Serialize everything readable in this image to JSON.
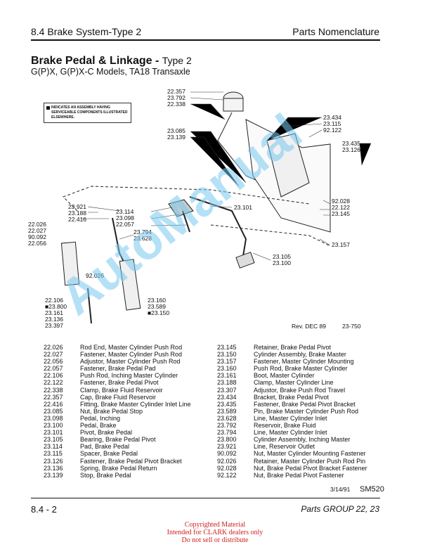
{
  "header": {
    "section": "8.4 Brake System-Type 2",
    "right": "Parts Nomenclature"
  },
  "title": {
    "main": "Brake Pedal & Linkage - ",
    "type": "Type 2",
    "subtitle": "G(P)X, G(P)X-C Models, TA18 Transaxle"
  },
  "legend_note": "INDICATES AN ASSEMBLY HAVING SERVICEABLE COMPONENTS ILLUSTRATED ELSEWHERE.",
  "diagram": {
    "labels_a": [
      "22.357",
      "23.792",
      "22.338"
    ],
    "labels_b": [
      "23.085",
      "23.139"
    ],
    "labels_c": [
      "23.921",
      "23.188",
      "22.416"
    ],
    "labels_d": [
      "22.026",
      "22.027",
      "90.092",
      "22.056"
    ],
    "labels_e": [
      "23.114",
      "23.098",
      "22.057"
    ],
    "labels_f": [
      "23.794",
      "23.628"
    ],
    "label_g": "23.101",
    "label_h": "92.026",
    "labels_i": [
      "22.106",
      "■23.800",
      "23.161",
      "23.136",
      "23.397"
    ],
    "labels_j": [
      "23.160",
      "23.589",
      "■23.150"
    ],
    "labels_k": [
      "23.105",
      "23.100"
    ],
    "labels_l": [
      "23.434",
      "23.115",
      "92.122"
    ],
    "labels_m": [
      "23.435",
      "23.126"
    ],
    "labels_n": [
      "92.028",
      "22.122",
      "23.145"
    ],
    "label_o": "23.157",
    "rev": "Rev. DEC 89",
    "fig": "23-750"
  },
  "parts_left": [
    [
      "22.026",
      "Rod End, Master Cylinder Push Rod"
    ],
    [
      "22.027",
      "Fastener, Master Cylinder Push Rod"
    ],
    [
      "22.056",
      "Adjustor, Master Cylinder Push Rod"
    ],
    [
      "22.057",
      "Fastener, Brake Pedal Pad"
    ],
    [
      "22.106",
      "Push Rod, Inching Master Cylinder"
    ],
    [
      "22.122",
      "Fastener, Brake Pedal Pivot"
    ],
    [
      "22.338",
      "Clamp, Brake Fluid Reservoir"
    ],
    [
      "22.357",
      "Cap, Brake Fluid Reservoir"
    ],
    [
      "22.416",
      "Fitting, Brake Master Cylinder Inlet Line"
    ],
    [
      "23.085",
      "Nut, Brake Pedal Stop"
    ],
    [
      "23.098",
      "Pedal, Inching"
    ],
    [
      "23.100",
      "Pedal, Brake"
    ],
    [
      "23.101",
      "Pivot, Brake Pedal"
    ],
    [
      "23.105",
      "Bearing, Brake Pedal Pivot"
    ],
    [
      "23.114",
      "Pad, Brake Pedal"
    ],
    [
      "23.115",
      "Spacer, Brake Pedal"
    ],
    [
      "23.126",
      "Fastener, Brake Pedal Pivot Bracket"
    ],
    [
      "23.136",
      "Spring, Brake Pedal Return"
    ],
    [
      "23.139",
      "Stop, Brake Pedal"
    ]
  ],
  "parts_right": [
    [
      "23.145",
      "Retainer, Brake Pedal Pivot"
    ],
    [
      "23.150",
      "Cylinder Assembly, Brake Master"
    ],
    [
      "23.157",
      "Fastener, Master Cylinder Mounting"
    ],
    [
      "23.160",
      "Push Rod, Brake Master Cylinder"
    ],
    [
      "23.161",
      "Boot, Master Cylinder"
    ],
    [
      "23.188",
      "Clamp, Master Cylinder Line"
    ],
    [
      "23.307",
      "Adjustor, Brake Push Rod Travel"
    ],
    [
      "23.434",
      "Bracket, Brake Pedal Pivot"
    ],
    [
      "23.435",
      "Fastener, Brake Pedal Pivot Bracket"
    ],
    [
      "23.589",
      "Pin, Brake Master Cylinder Push Rod"
    ],
    [
      "23.628",
      "Line, Master Cylinder Inlet"
    ],
    [
      "23.792",
      "Reservoir, Brake Fluid"
    ],
    [
      "23.794",
      "Line, Master Cylinder Inlet"
    ],
    [
      "23.800",
      "Cylinder Assembly, Inching Master"
    ],
    [
      "23.921",
      "Line, Reservoir Outlet"
    ],
    [
      "90.092",
      "Nut, Master Cylinder Mounting Fastener"
    ],
    [
      "92.026",
      "Retainer, Master Cylinder Push Rod Pin"
    ],
    [
      "92.028",
      "Nut, Brake Pedal Pivot Bracket Fastener"
    ],
    [
      "92.122",
      "Nut, Brake Pedal Pivot Fastener"
    ]
  ],
  "date": "3/14/91",
  "doc_code": "SM520",
  "footer": {
    "page": "8.4 - 2",
    "group": "Parts GROUP 22, 23",
    "copyright": [
      "Copyrighted Material",
      "Intended for CLARK dealers only",
      "Do not sell or distribute"
    ]
  },
  "watermark": "AutoManual"
}
